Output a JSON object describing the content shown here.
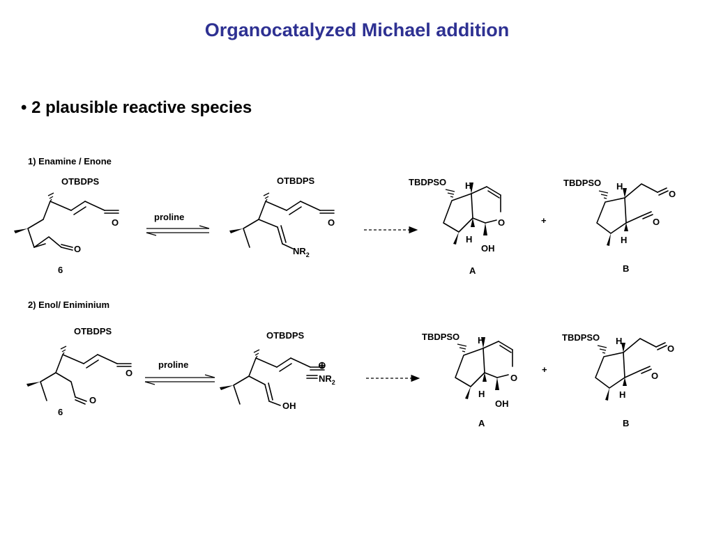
{
  "slide": {
    "title": "Organocatalyzed Michael addition",
    "bullet": "• 2 plausible reactive species"
  },
  "scheme1": {
    "heading": "1) Enamine / Enone",
    "reagent": "proline",
    "plus": "+",
    "compound_label": "6",
    "product_a_label": "A",
    "product_b_label": "B"
  },
  "scheme2": {
    "heading": "2) Enol/ Eniminium",
    "reagent": "proline",
    "plus": "+",
    "compound_label": "6",
    "product_a_label": "A",
    "product_b_label": "B"
  },
  "atoms": {
    "otbdps": "OTBDPS",
    "tbdpso": "TBDPSO",
    "o": "O",
    "h": "H",
    "oh": "OH",
    "nr": "NR",
    "nr_sub": "2",
    "charge": "⊕"
  }
}
